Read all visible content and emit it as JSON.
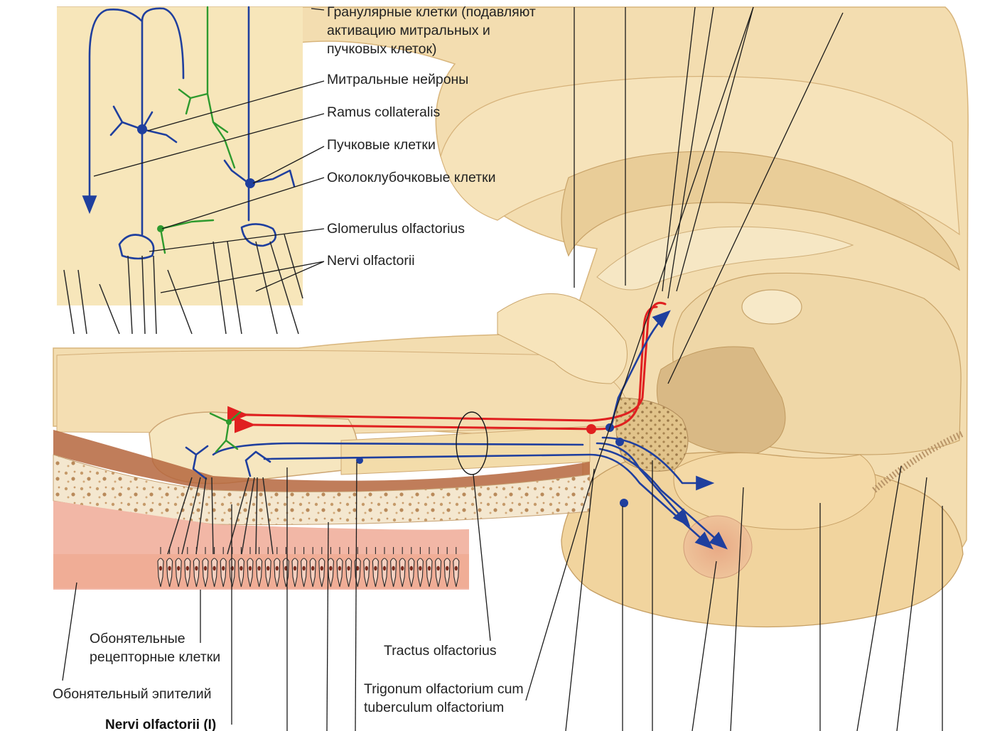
{
  "labels": {
    "granule_cells": [
      "Гранулярные клетки (подавляют",
      "активацию митральных и",
      "пучковых клеток)"
    ],
    "mitral_neurons": "Митральные нейроны",
    "ramus_collateralis": "Ramus collateralis",
    "tufted_cells": "Пучковые клетки",
    "periglomerular_cells": "Околоклубочковые клетки",
    "glomerulus": "Glomerulus olfactorius",
    "nervi_olfactorii": "Nervi olfactorii",
    "receptor_cells": [
      "Обонятельные",
      "рецепторные клетки"
    ],
    "olfactory_epithelium": "Обонятельный эпителий",
    "nervi_olfactorii_I": "Nervi olfactorii (I)",
    "tractus": "Tractus olfactorius",
    "trigonum": [
      "Trigonum olfactorium cum",
      "tuberculum olfactorium"
    ]
  },
  "colors": {
    "brain_tissue": "#f3ddb0",
    "inset_background": "#f7e6ba",
    "efferent_pathway": "#e02020",
    "afferent_pathway": "#1f3f9e",
    "interneurons": "#2e9a2e",
    "mucosa": "#f2b7a6"
  }
}
